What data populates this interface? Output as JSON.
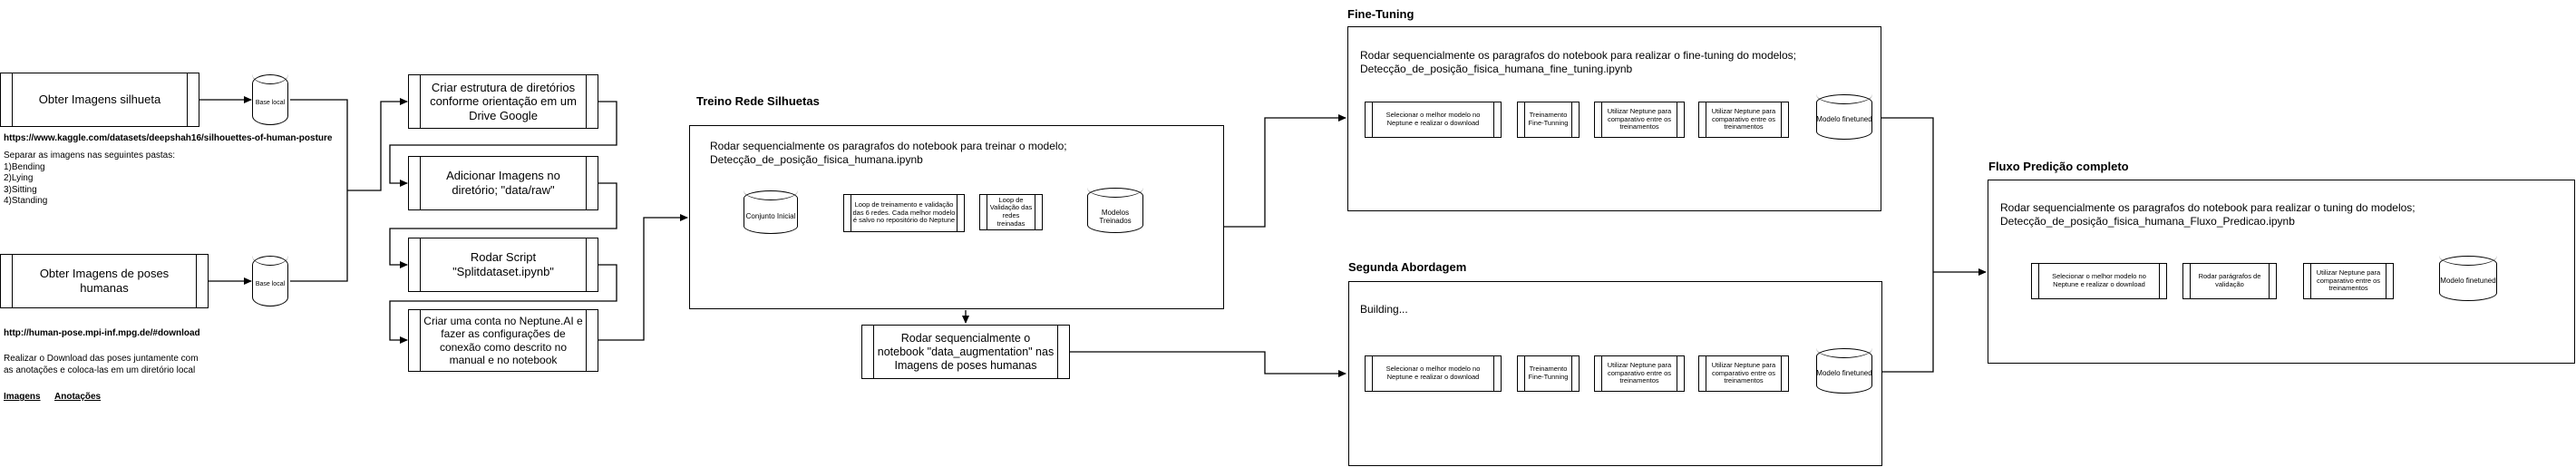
{
  "left": {
    "silhueta_box": "Obter Imagens silhueta",
    "poses_box": "Obter Imagens de poses humanas",
    "db_local_1": "Base local",
    "db_local_2": "Base local",
    "kaggle_link": "https://www.kaggle.com/datasets/deepshah16/silhouettes-of-human-posture",
    "separar_note": "Separar as imagens nas seguintes pastas:\n1)Bending\n2)Lying\n3)Sitting\n4)Standing",
    "mpi_link": "http://human-pose.mpi-inf.mpg.de/#download",
    "download_note": "Realizar o Download das poses juntamente com\nas anotações e coloca-las em um diretório local",
    "tab_imagens": "Imagens",
    "tab_anotacoes": "Anotações"
  },
  "setup": {
    "step1": "Criar estrutura de diretórios conforme orientação em um Drive Google",
    "step2": "Adicionar Imagens no diretório; \"data/raw\"",
    "step3": "Rodar Script \"Splitdataset.ipynb\"",
    "step4": "Criar uma conta no Neptune.AI e fazer as configurações de conexão como descrito no manual e no notebook"
  },
  "treino": {
    "title": "Treino Rede Silhuetas",
    "desc": "Rodar sequencialmente os paragrafos do notebook para treinar o modelo;\nDetecção_de_posição_fisica_humana.ipynb",
    "db_in": "Conjunto Inicial",
    "loop1": "Loop de treinamento e validação das 6 redes. Cada melhor modelo é salvo no repositório do Neptune",
    "loop2": "Loop de Validação das redes treinadas",
    "db_out": "Modelos Treinados",
    "augment": "Rodar sequencialmente o notebook \"data_augmentation\" nas Imagens de poses humanas"
  },
  "fine": {
    "title": "Fine-Tuning",
    "desc": "Rodar sequencialmente os paragrafos do notebook para realizar o fine-tuning do modelos;\nDetecção_de_posição_fisica_humana_fine_tuning.ipynb",
    "s1": "Selecionar o melhor modelo no Neptune e realizar o download",
    "s2": "Treinamento Fine-Tunning",
    "s3": "Utilizar Neptune para comparativo entre os treinamentos",
    "s4": "Utilizar Neptune para comparativo entre os treinamentos",
    "db": "Modelo finetuned"
  },
  "segunda": {
    "title": "Segunda Abordagem",
    "desc": "Building...",
    "s1": "Selecionar o melhor modelo no Neptune e realizar o download",
    "s2": "Treinamento Fine-Tunning",
    "s3": "Utilizar Neptune para comparativo entre os treinamentos",
    "s4": "Utilizar Neptune para comparativo entre os treinamentos",
    "db": "Modelo finetuned"
  },
  "predicao": {
    "title": "Fluxo Predição completo",
    "desc": "Rodar sequencialmente os paragrafos do notebook para realizar o tuning do modelos;\nDetecção_de_posição_fisica_humana_Fluxo_Predicao.ipynb",
    "s1": "Selecionar o melhor modelo no Neptune e realizar o download",
    "s2": "Rodar parágrafos de validação",
    "s3": "Utilizar Neptune para comparativo entre os treinamentos",
    "db": "Modelo finetuned"
  }
}
